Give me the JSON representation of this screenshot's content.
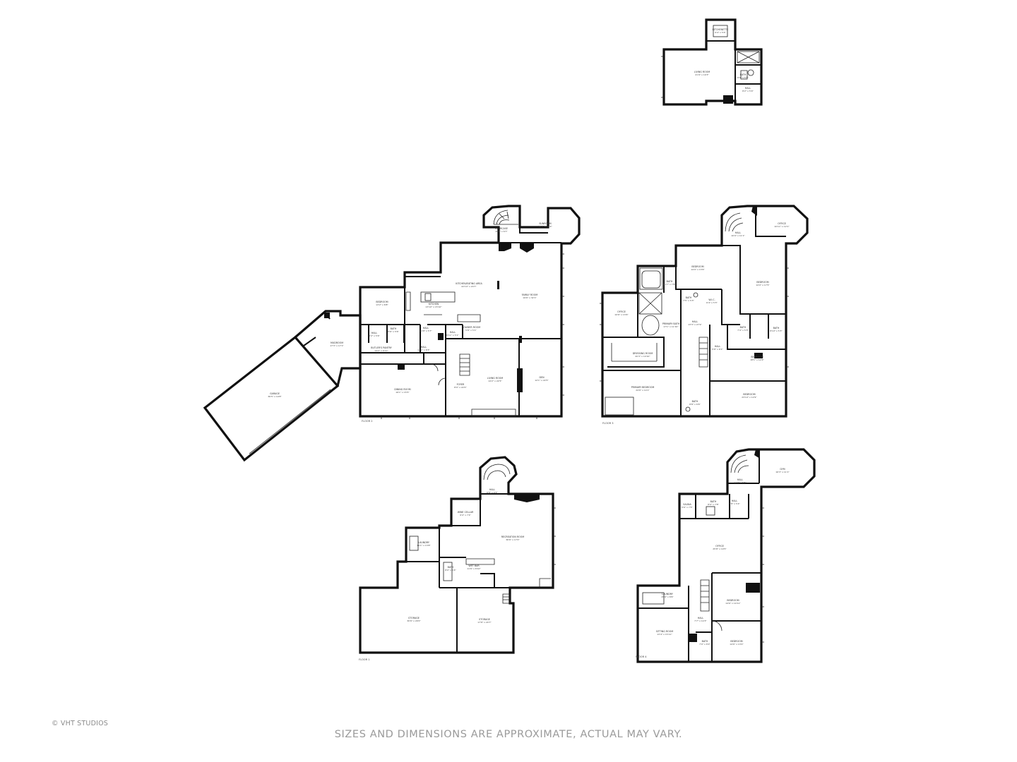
{
  "floors": [
    {
      "id": "floor-2",
      "label": "FLOOR 2",
      "rooms": [
        {
          "name": "STAIRCASE",
          "dim": "10'0\" x 6'7\""
        },
        {
          "name": "SUNROOM",
          "dim": "16'3\" x 11'9\""
        },
        {
          "name": "KITCHEN/EATING AREA",
          "dim": "22'10\" x 24'7\""
        },
        {
          "name": "KITCHEN",
          "dim": "13'10\" x 15'10\""
        },
        {
          "name": "FAMILY ROOM",
          "dim": "19'6\" x 32'1\""
        },
        {
          "name": "BEDROOM",
          "dim": "13'2\" x 8'8\""
        },
        {
          "name": "HALL",
          "dim": "8'2\" x 5'6\""
        },
        {
          "name": "BATH",
          "dim": "6'6\" x 5'6\""
        },
        {
          "name": "HALL",
          "dim": "11'8\" x 5'7\""
        },
        {
          "name": "HALL",
          "dim": "8'11\" x 5'1\""
        },
        {
          "name": "POWDER ROOM",
          "dim": "5'8\" x 5'1\""
        },
        {
          "name": "MUDROOM",
          "dim": "17'3\" x 17'1\""
        },
        {
          "name": "BUTLER'S PANTRY",
          "dim": "14'2\" x 6'11\""
        },
        {
          "name": "HALL",
          "dim": "12'1\" x 8'3\""
        },
        {
          "name": "GARAGE",
          "dim": "36'5\" x 19'8\""
        },
        {
          "name": "DINING ROOM",
          "dim": "16'1\" x 15'5\""
        },
        {
          "name": "FOYER",
          "dim": "8'0\" x 22'0\""
        },
        {
          "name": "LIVING ROOM",
          "dim": "14'2\" x 22'5\""
        },
        {
          "name": "DEN",
          "dim": "12'1\" x 22'5\""
        }
      ]
    },
    {
      "id": "floor-3",
      "label": "FLOOR 3",
      "rooms": [
        {
          "name": "HALL",
          "dim": "10'0\" x 11'1\""
        },
        {
          "name": "OFFICE",
          "dim": "10'11\" x 12'1\""
        },
        {
          "name": "BEDROOM",
          "dim": "14'0\" x 13'6\""
        },
        {
          "name": "BATH",
          "dim": "11'7\" x 7'8\""
        },
        {
          "name": "BEDROOM",
          "dim": "14'0\" x 17'5\""
        },
        {
          "name": "BATH",
          "dim": "7'5\" x 5'3\""
        },
        {
          "name": "W.I.C.",
          "dim": "6'4\" x 5'3\""
        },
        {
          "name": "PRIMARY BATH",
          "dim": "17'1\" x 11'10\""
        },
        {
          "name": "OFFICE",
          "dim": "10'6\" x 13'6\""
        },
        {
          "name": "HALL",
          "dim": "13'3\" x 27'9\""
        },
        {
          "name": "BATH",
          "dim": "7'4\" x 5'3\""
        },
        {
          "name": "BATH",
          "dim": "8'10\" x 5'3\""
        },
        {
          "name": "DRESSING ROOM",
          "dim": "20'3\" x 10'10\""
        },
        {
          "name": "HALL",
          "dim": "5'8\" x 8'1\""
        },
        {
          "name": "BEDROOM",
          "dim": "18'1\" x 12'6\""
        },
        {
          "name": "PRIMARY BEDROOM",
          "dim": "24'6\" x 14'1\""
        },
        {
          "name": "BATH",
          "dim": "8'8\" x 6'6\""
        },
        {
          "name": "BEDROOM",
          "dim": "23'10\" x 12'9\""
        }
      ]
    },
    {
      "id": "floor-5",
      "label": "",
      "rooms": [
        {
          "name": "KITCHENETTE",
          "dim": "9'4\" x 5'4\""
        },
        {
          "name": "LIVING ROOM",
          "dim": "21'9\" x 19'3\""
        },
        {
          "name": "BATH",
          "dim": "6'0\" x 5'8\""
        },
        {
          "name": "HALL",
          "dim": "8'2\" x 5'9\""
        }
      ]
    },
    {
      "id": "floor-1",
      "label": "FLOOR 1",
      "rooms": [
        {
          "name": "HALL",
          "dim": "6'8\" x 9'4\""
        },
        {
          "name": "WINE CELLAR",
          "dim": "9'4\" x 7'4\""
        },
        {
          "name": "RECREATION ROOM",
          "dim": "36'6\" x 17'0\""
        },
        {
          "name": "LAUNDRY",
          "dim": "10'1\" x 13'8\""
        },
        {
          "name": "BATH",
          "dim": "8'0\" x 5'4\""
        },
        {
          "name": "WET BAR",
          "dim": "11'6\" x 8'10\""
        },
        {
          "name": "STORAGE",
          "dim": "30'6\" x 29'0\""
        },
        {
          "name": "STORAGE",
          "dim": "17'8\" x 20'7\""
        }
      ]
    },
    {
      "id": "floor-4",
      "label": "FLOOR 4",
      "rooms": [
        {
          "name": "GYM",
          "dim": "16'3\" x 11'1\""
        },
        {
          "name": "HALL",
          "dim": "11'0\" x 6'5\""
        },
        {
          "name": "SAUNA",
          "dim": "5'6\" x 7'5\""
        },
        {
          "name": "BATH",
          "dim": "8'0\" x 7'8\""
        },
        {
          "name": "HALL",
          "dim": "4'8\" x 5'4\""
        },
        {
          "name": "OFFICE",
          "dim": "25'8\" x 19'5\""
        },
        {
          "name": "LAUNDRY",
          "dim": "15'6\" x 8'6\""
        },
        {
          "name": "BEDROOM",
          "dim": "14'6\" x 10'11\""
        },
        {
          "name": "HALL",
          "dim": "7'7\" x 14'3\""
        },
        {
          "name": "SITTING ROOM",
          "dim": "13'4\" x 15'11\""
        },
        {
          "name": "BATH",
          "dim": "7'0\" x 8'2\""
        },
        {
          "name": "BEDROOM",
          "dim": "14'6\" x 13'0\""
        }
      ]
    }
  ],
  "credit": "© VHT STUDIOS",
  "disclaimer": "SIZES AND DIMENSIONS ARE APPROXIMATE, ACTUAL MAY VARY."
}
